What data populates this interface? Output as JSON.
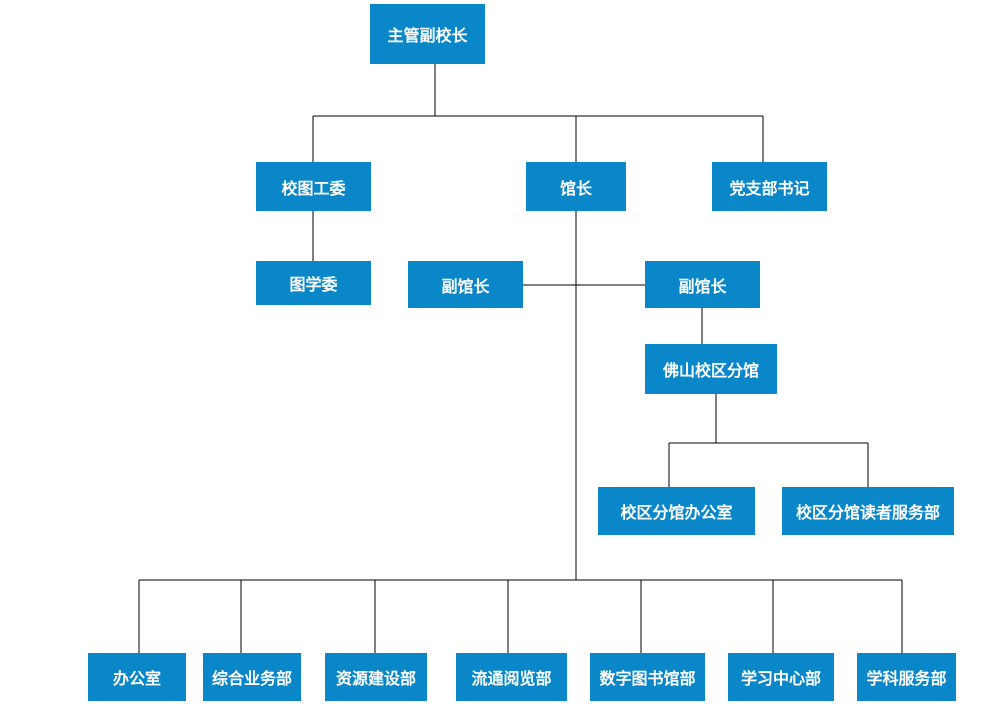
{
  "colors": {
    "node_fill": "#0a87c9",
    "node_text": "#ffffff",
    "connector": "#000000"
  },
  "nodes": {
    "vice_president": "主管副校长",
    "school_library_committee": "校图工委",
    "director": "馆长",
    "party_secretary": "党支部书记",
    "library_student_committee": "图学委",
    "deputy_director_left": "副馆长",
    "deputy_director_right": "副馆长",
    "foshan_branch": "佛山校区分馆",
    "branch_office": "校区分馆办公室",
    "branch_reader_services": "校区分馆读者服务部",
    "office": "办公室",
    "general_affairs": "综合业务部",
    "resource_development": "资源建设部",
    "circulation_reading": "流通阅览部",
    "digital_library": "数字图书馆部",
    "learning_center": "学习中心部",
    "subject_services": "学科服务部"
  }
}
